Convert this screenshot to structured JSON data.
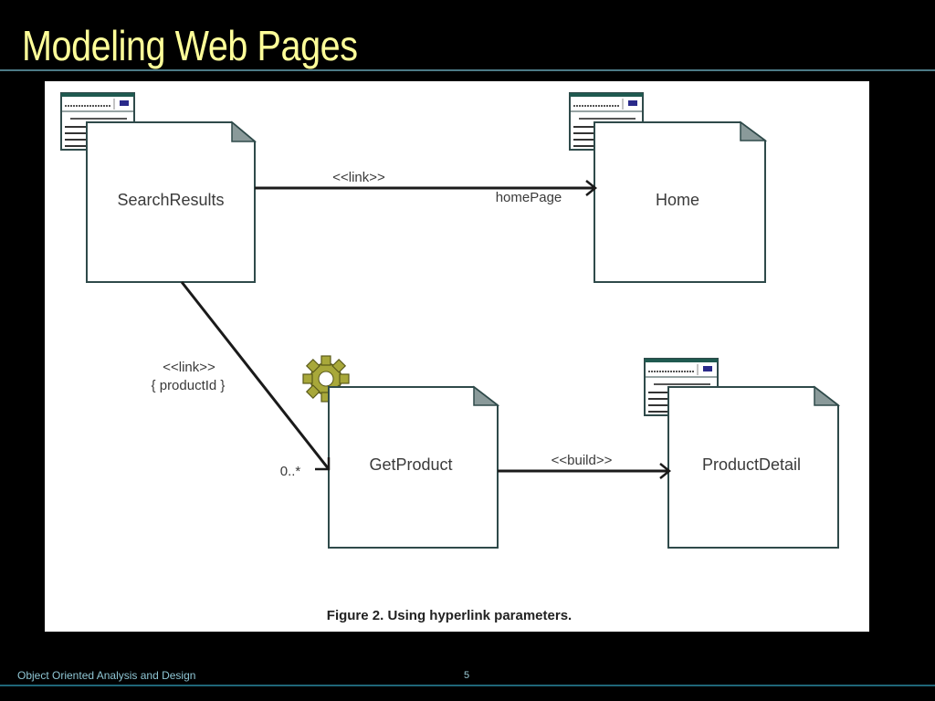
{
  "slide": {
    "title": "Modeling Web Pages",
    "footer": "Object Oriented Analysis and Design",
    "page_number": "5"
  },
  "colors": {
    "title": "#ffff99",
    "rule": "#4d7a86",
    "footer": "#8fc6d4",
    "node_border": "#2f4a4a",
    "fold": "#8a9a9a",
    "gear": "#a8a83a",
    "browser_bar": "#1f5a50",
    "browser_button": "#2a2a8a"
  },
  "diagram": {
    "nodes": {
      "search_results": {
        "label": "SearchResults",
        "stereotype_icon": "client-page-icon"
      },
      "home": {
        "label": "Home",
        "stereotype_icon": "client-page-icon"
      },
      "get_product": {
        "label": "GetProduct",
        "stereotype_icon": "server-page-gear-icon"
      },
      "product_detail": {
        "label": "ProductDetail",
        "stereotype_icon": "client-page-icon"
      }
    },
    "edges": {
      "search_to_home": {
        "stereotype": "<<link>>",
        "role": "homePage",
        "from": "SearchResults",
        "to": "Home"
      },
      "search_to_getproduct": {
        "stereotype": "<<link>>",
        "parameters": "{ productId }",
        "multiplicity": "0..*",
        "from": "SearchResults",
        "to": "GetProduct"
      },
      "getproduct_to_detail": {
        "stereotype": "<<build>>",
        "from": "GetProduct",
        "to": "ProductDetail"
      }
    },
    "caption": "Figure 2. Using hyperlink parameters."
  }
}
